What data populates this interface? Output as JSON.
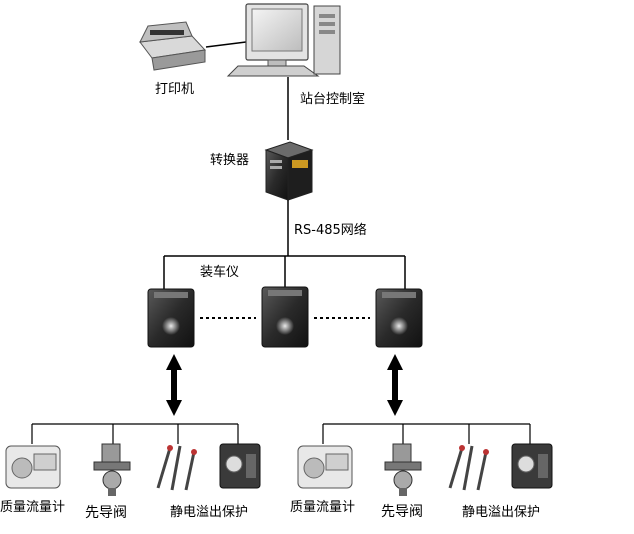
{
  "labels": {
    "printer": "打印机",
    "control_room": "站台控制室",
    "converter": "转换器",
    "network": "RS-485网络",
    "loader": "装车仪"
  },
  "field_groups": [
    {
      "flowmeter": "质量流量计",
      "pilot_valve": "先导阀",
      "overflow_protection": "静电溢出保护"
    },
    {
      "flowmeter": "质量流量计",
      "pilot_valve": "先导阀",
      "overflow_protection": "静电溢出保护"
    }
  ]
}
